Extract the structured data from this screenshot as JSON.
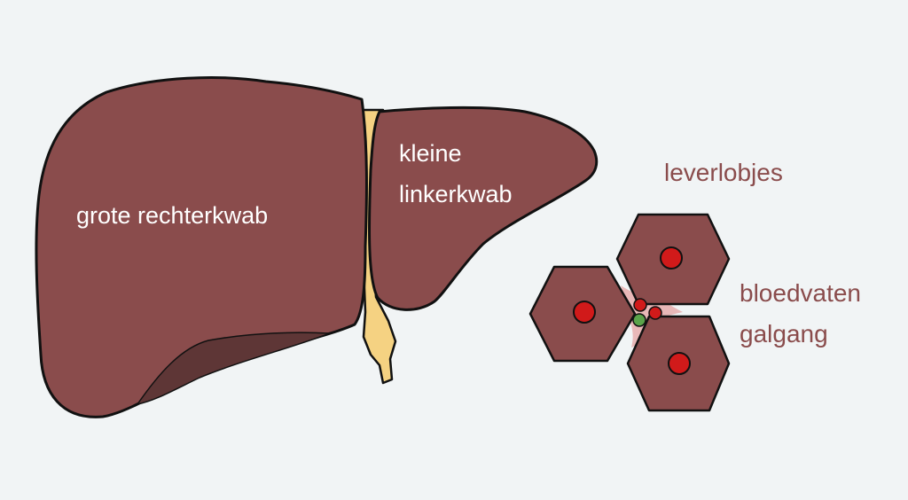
{
  "colors": {
    "background": "#f1f4f5",
    "liver": "#8a4c4c",
    "liver_shadow": "#5e3636",
    "ligament": "#f5d282",
    "outline": "#111111",
    "lobule": "#8a4c4c",
    "central_vein": "#d11a1a",
    "portal_area": "#e8b8b8",
    "artery": "#d11a1a",
    "bile_duct": "#5aa34a",
    "label_dark": "#8a4c4c",
    "label_light": "#ffffff"
  },
  "liver": {
    "right_lobe_label": "grote rechterkwab",
    "left_lobe_label_line1": "kleine",
    "left_lobe_label_line2": "linkerkwab"
  },
  "lobules": {
    "title": "leverlobjes",
    "vessels_label": "bloedvaten",
    "bile_duct_label": "galgang"
  }
}
